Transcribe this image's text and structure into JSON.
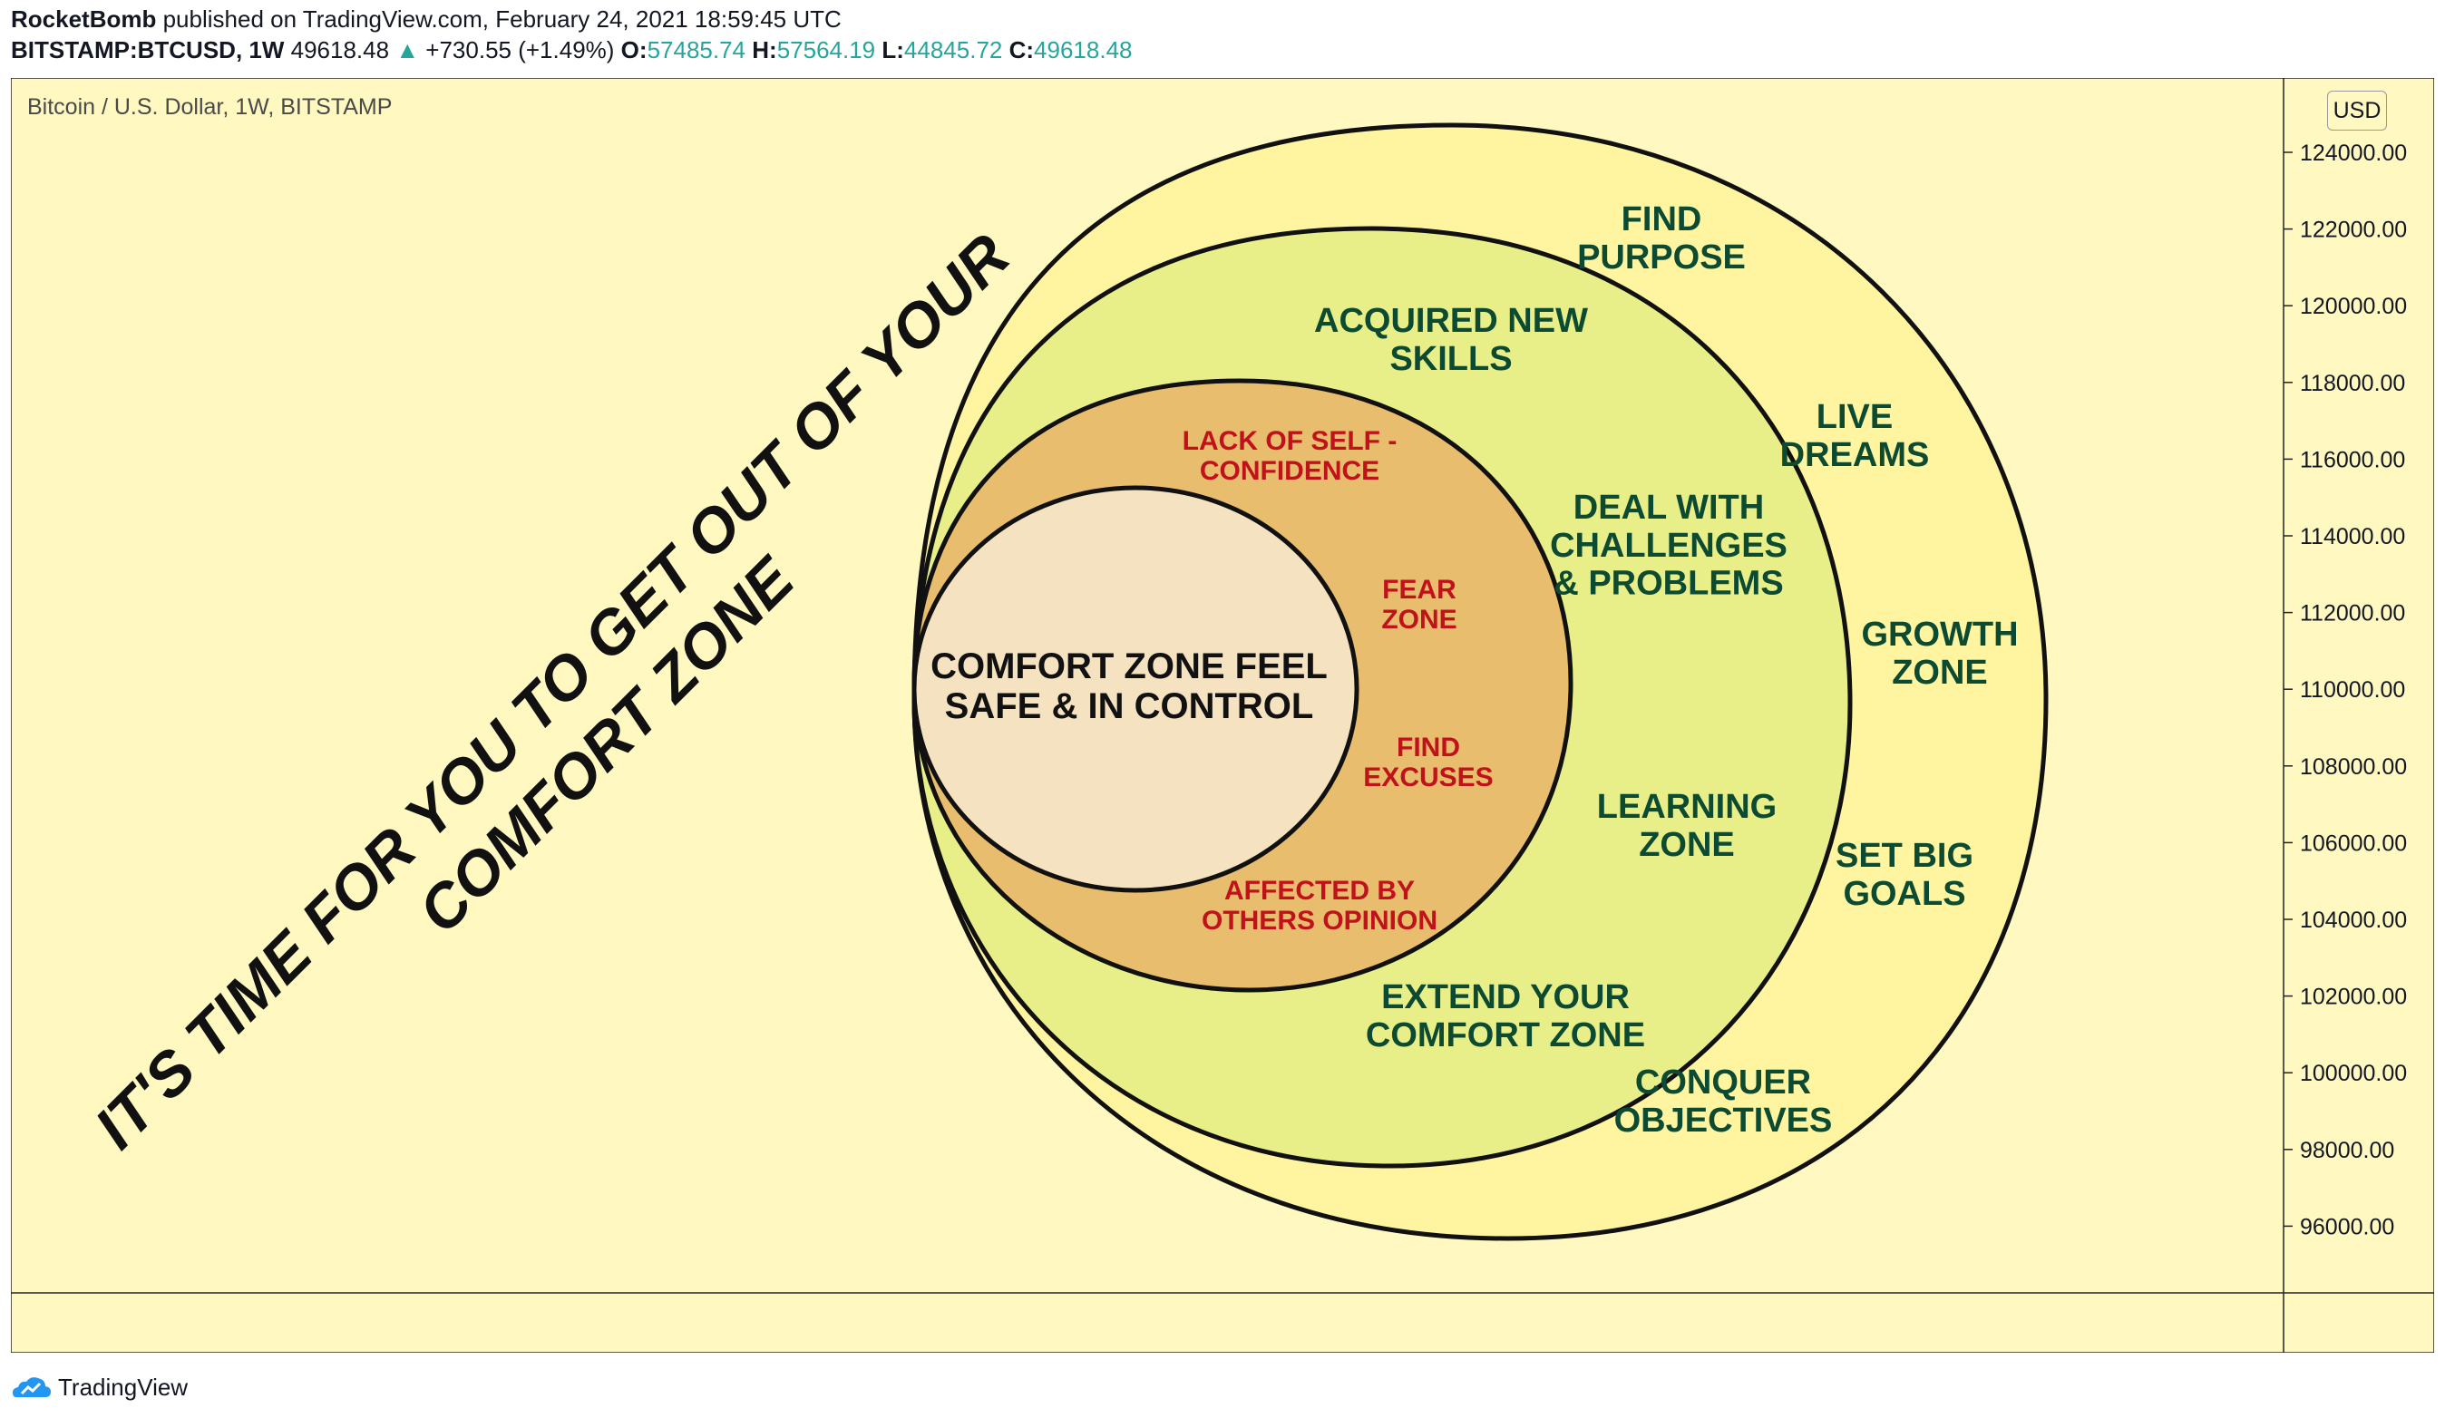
{
  "header": {
    "author": "RocketBomb",
    "published": "published on TradingView.com, February 24, 2021 18:59:45 UTC",
    "symbol": "BITSTAMP:BTCUSD, 1W",
    "price": "49618.48",
    "change_arrow": "▲",
    "change": "+730.55 (+1.49%)",
    "o_label": "O:",
    "o_value": "57485.74",
    "h_label": "H:",
    "h_value": "57564.19",
    "l_label": "L:",
    "l_value": "44845.72",
    "c_label": "C:",
    "c_value": "49618.48"
  },
  "pane": {
    "title": "Bitcoin / U.S. Dollar, 1W, BITSTAMP",
    "currency": "USD"
  },
  "chart_data": {
    "type": "diagram-on-price-scale",
    "y_axis": {
      "ticks": [
        "124000.00",
        "122000.00",
        "120000.00",
        "118000.00",
        "116000.00",
        "114000.00",
        "112000.00",
        "110000.00",
        "108000.00",
        "106000.00",
        "104000.00",
        "102000.00",
        "100000.00",
        "98000.00",
        "96000.00"
      ]
    },
    "headline": [
      "IT'S TIME FOR YOU TO GET OUT OF YOUR",
      "COMFORT ZONE"
    ],
    "zones": {
      "growth": {
        "title": [
          "GROWTH",
          "ZONE"
        ],
        "items": [
          [
            "FIND",
            "PURPOSE"
          ],
          [
            "LIVE",
            "DREAMS"
          ],
          [
            "SET BIG",
            "GOALS"
          ],
          [
            "CONQUER",
            "OBJECTIVES"
          ]
        ]
      },
      "learning": {
        "title": [
          "LEARNING",
          "ZONE"
        ],
        "items": [
          [
            "ACQUIRED NEW",
            "SKILLS"
          ],
          [
            "DEAL WITH",
            "CHALLENGES",
            "& PROBLEMS"
          ],
          [
            "EXTEND YOUR",
            "COMFORT ZONE"
          ]
        ]
      },
      "fear": {
        "title": [
          "FEAR",
          "ZONE"
        ],
        "items": [
          [
            "LACK OF SELF -",
            "CONFIDENCE"
          ],
          [
            "FIND",
            "EXCUSES"
          ],
          [
            "AFFECTED BY",
            "OTHERS OPINION"
          ]
        ]
      },
      "comfort": {
        "title": [
          "COMFORT ZONE FEEL",
          "SAFE & IN CONTROL"
        ]
      }
    },
    "colors": {
      "background": "#fff8c0",
      "growth_fill": "#fff5a0",
      "learning_fill": "#e8ef88",
      "fear_fill": "#e9bd6e",
      "comfort_fill": "#f5e2c0",
      "green_text": "#0c4a32",
      "red_text": "#c0121a"
    }
  },
  "footer": {
    "brand": "TradingView"
  }
}
